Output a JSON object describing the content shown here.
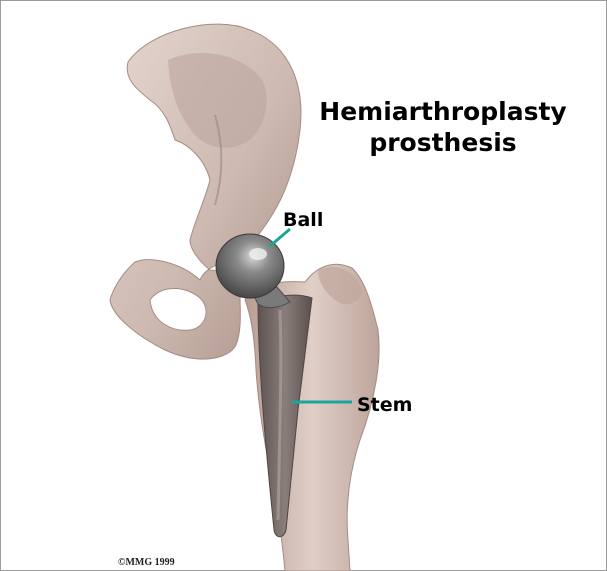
{
  "title_line1": "Hemiarthroplasty",
  "title_line2": "prosthesis",
  "labels": {
    "ball": "Ball",
    "stem": "Stem"
  },
  "copyright": "©MMG 1999",
  "colors": {
    "bone": "#d2c0b8",
    "bone_shadow": "#a58e86",
    "metal": "#6e6e6e",
    "leader_line": "#1aa69a",
    "border": "#9a9a9a"
  }
}
